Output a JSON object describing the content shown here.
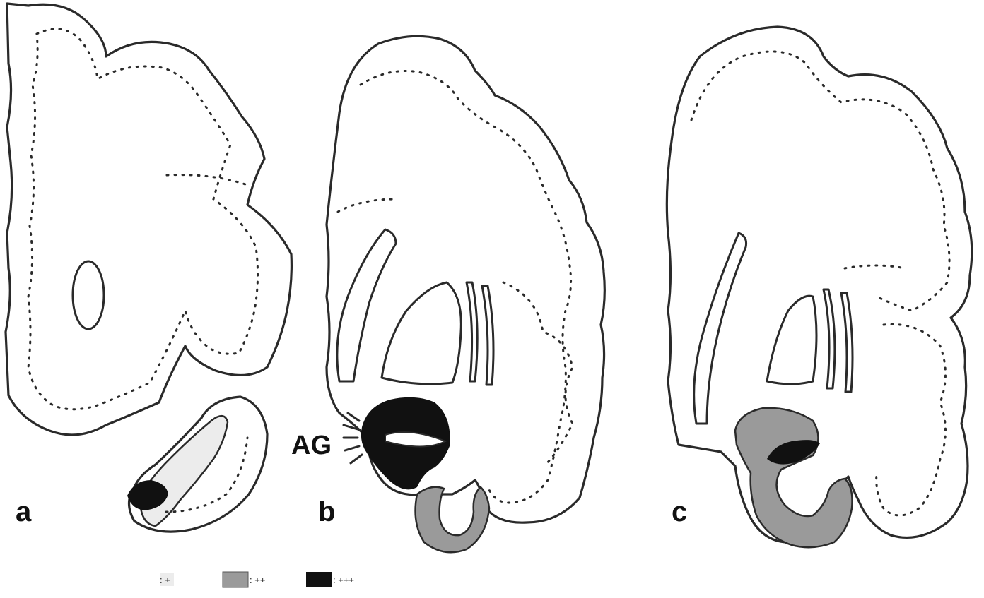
{
  "panels": [
    {
      "label": "a"
    },
    {
      "label": "b",
      "annotation": "AG"
    },
    {
      "label": "c"
    }
  ],
  "legend": [
    {
      "text": ": +",
      "level": "low"
    },
    {
      "text": ": ++",
      "level": "medium"
    },
    {
      "text": ": +++",
      "level": "high"
    }
  ],
  "colors": {
    "low": "#ececec",
    "medium": "#9a9a9a",
    "high": "#111111",
    "outline": "#2a2a2a"
  }
}
